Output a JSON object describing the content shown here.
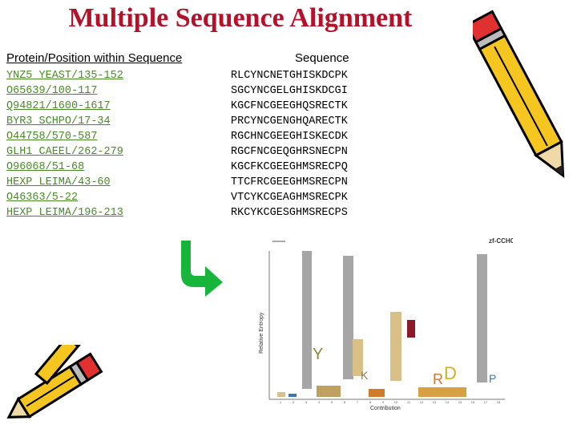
{
  "title": "Multiple Sequence Alignment",
  "headers": {
    "protein": "Protein/Position within Sequence",
    "sequence": "Sequence"
  },
  "proteins": [
    "YNZ5_YEAST/135-152",
    "O65639/100-117",
    "Q94821/1600-1617",
    "BYR3_SCHPO/17-34",
    "O44758/570-587",
    "GLH1_CAEEL/262-279",
    "O96068/51-68",
    "HEXP_LEIMA/43-60",
    "O46363/5-22",
    "HEXP_LEIMA/196-213"
  ],
  "sequences": [
    "RLCYNCNETGHISKDCPK",
    "SGCYNCGELGHISKDCGI",
    "KGCFNCGEEGHQSRECTK",
    "PRCYNCGENGHQARECTK",
    "RGCHNCGEEGHISKECDK",
    "RGCFNCGEQGHRSNECPN",
    "KGCFKCGEEGHMSRECPQ",
    "TTCFRCGEEGHMSRECPN",
    "VTCYKCGEAGHMSRECPK",
    "RKCYKCGESGHMSRECPS"
  ],
  "logo": {
    "family": "zf-CCHC",
    "ylabel": "Relative Entropy",
    "xlabel": "Contribution",
    "positions": [
      "1",
      "2",
      "3",
      "4",
      "5",
      "6",
      "7",
      "8",
      "9",
      "10",
      "11",
      "12",
      "13",
      "14",
      "15",
      "16",
      "17",
      "18"
    ],
    "colors": {
      "C": "#a6a6a6",
      "G": "#d8c088",
      "H": "#8b1a2a",
      "Y": "#8a8a30",
      "K": "#9a7a50",
      "R": "#d07a2a",
      "D": "#d0b020",
      "P": "#3a7ab0"
    }
  }
}
